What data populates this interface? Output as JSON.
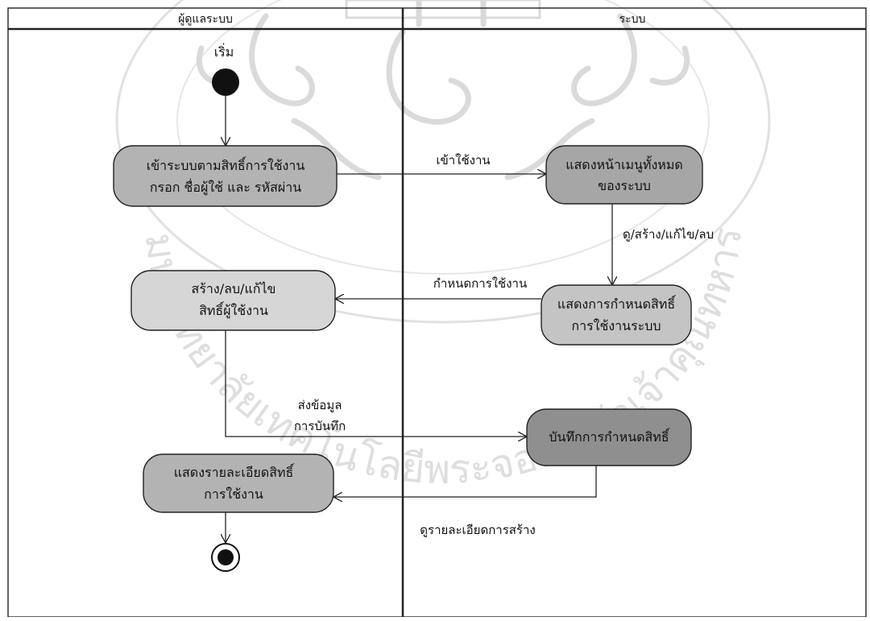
{
  "swimlanes": {
    "left": "ผู้ดูแลระบบ",
    "right": "ระบบ"
  },
  "start_label": "เริ่ม",
  "nodes": {
    "login": {
      "line1": "เข้าระบบตามสิทธิ์การใช้งาน",
      "line2": "กรอก ชื่อผู้ใช้ และ รหัสผ่าน",
      "fill": "#b3b3b3"
    },
    "show_menu": {
      "line1": "แสดงหน้าเมนูทั้งหมด",
      "line2": "ของระบบ",
      "fill": "#a6a6a6"
    },
    "create_perm": {
      "line1": "สร้าง/ลบ/แก้ไข",
      "line2": "สิทธิ์ผู้ใช้งาน",
      "fill": "#d6d6d6"
    },
    "show_perm": {
      "line1": "แสดงการกำหนดสิทธิ์",
      "line2": "การใช้งานระบบ",
      "fill": "#c4c4c4"
    },
    "save_perm": {
      "line1": "บันทึกการกำหนดสิทธิ์",
      "fill": "#8f8f8f"
    },
    "show_detail": {
      "line1": "แสดงรายละเอียดสิทธิ์",
      "line2": "การใช้งาน",
      "fill": "#b3b3b3"
    }
  },
  "edges": {
    "login_to_menu": "เข้าใช้งาน",
    "menu_to_perm": "ดู/สร้าง/แก้ไข/ลบ",
    "perm_to_create": "กำหนดการใช้งาน",
    "create_to_save_l1": "ส่งข้อมูล",
    "create_to_save_l2": "การบันทึก",
    "save_to_detail": "ดูรายละเอียดการสร้าง"
  },
  "watermark": {
    "ring_text": "มหาวิทยาลัยเทคโนโลยีพระจอมเกล้าเจ้าคุณทหาร",
    "color": "#d9d9d9"
  }
}
